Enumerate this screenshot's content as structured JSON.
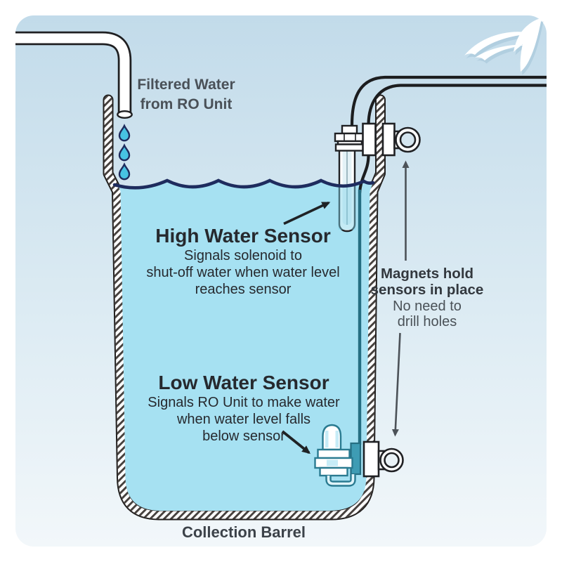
{
  "annotations": {
    "filtered_water": {
      "line1": "Filtered Water",
      "line2": "from RO Unit"
    },
    "high_sensor": {
      "title": "High Water Sensor",
      "line1": "Signals solenoid to",
      "line2": "shut-off water when water level",
      "line3": "reaches sensor"
    },
    "low_sensor": {
      "title": "Low Water Sensor",
      "line1": "Signals RO Unit to make water",
      "line2": "when water level falls",
      "line3": "below sensor"
    },
    "magnets": {
      "line1": "Magnets hold",
      "line2": "sensors in place",
      "line3": "No need to",
      "line4": "drill holes"
    },
    "barrel_caption": "Collection Barrel"
  },
  "icons": {
    "logo": "bird-swoosh-logo",
    "droplet": "water-drop-icon",
    "high_sensor": "high-water-sensor-probe",
    "low_sensor": "low-water-float-sensor",
    "magnet": "magnet-eye-mount"
  },
  "colors": {
    "panel_top": "#c2dbea",
    "panel_mid": "#dcebf3",
    "panel_bottom": "#f2f7fa",
    "water": "#a6e1f2",
    "water_line": "#1e2c5e",
    "droplet": "#47c2e3",
    "sensor_teal": "#2a7b91",
    "sensor_teal_dark": "#256e82",
    "tube_black": "#1c1d1f",
    "arrow_gray": "#4c5258",
    "text_dark": "#26292e",
    "text_gray": "#4a5158"
  }
}
